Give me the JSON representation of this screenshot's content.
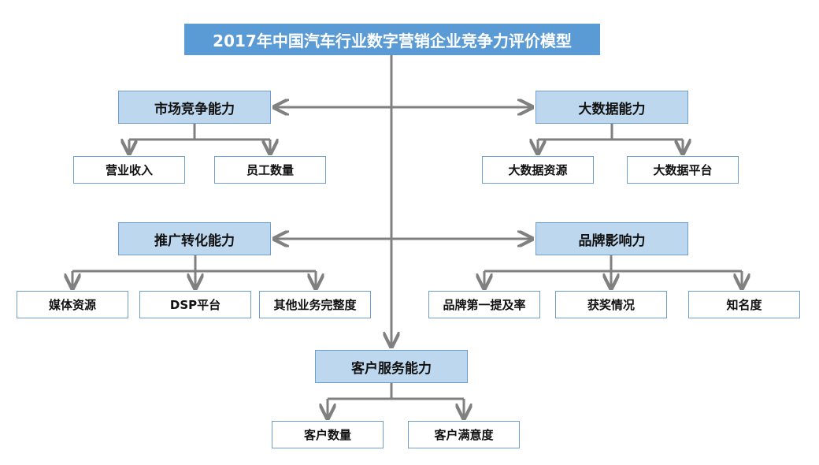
{
  "title": "2017年中国汽车行业数字营销企业竞争力评价模型",
  "colors": {
    "title_fill": "#5b9bd5",
    "category_fill": "#bdd7ee",
    "border": "#6f9fce",
    "connector": "#808080"
  },
  "categories": {
    "market": {
      "label": "市场竞争能力",
      "items": [
        "营业收入",
        "员工数量"
      ]
    },
    "bigdata": {
      "label": "大数据能力",
      "items": [
        "大数据资源",
        "大数据平台"
      ]
    },
    "promotion": {
      "label": "推广转化能力",
      "items": [
        "媒体资源",
        "DSP平台",
        "其他业务完整度"
      ]
    },
    "brand": {
      "label": "品牌影响力",
      "items": [
        "品牌第一提及率",
        "获奖情况",
        "知名度"
      ]
    },
    "service": {
      "label": "客户服务能力",
      "items": [
        "客户数量",
        "客户满意度"
      ]
    }
  }
}
